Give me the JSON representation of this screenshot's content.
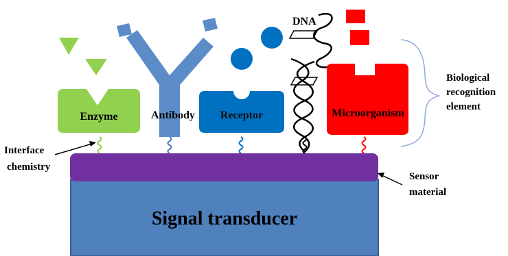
{
  "labels": {
    "dna": "DNA",
    "enzyme": "Enzyme",
    "antibody": "Antibody",
    "receptor": "Receptor",
    "microorganism": "Microorganism",
    "bio_line1": "Biological",
    "bio_line2": "recognition",
    "bio_line3": "element",
    "interface_line1": "Interface",
    "interface_line2": "chemistry",
    "sensor_line1": "Sensor",
    "sensor_line2": "material",
    "transducer": "Signal transducer"
  },
  "colors": {
    "enzyme": "#92d050",
    "antibody": "#5b8cc8",
    "receptor": "#0070c0",
    "microorganism": "#ff0000",
    "sensor_material": "#7030a0",
    "transducer": "#4f81bd",
    "transducer_border": "#385d8a",
    "brace": "#8eaadb"
  }
}
